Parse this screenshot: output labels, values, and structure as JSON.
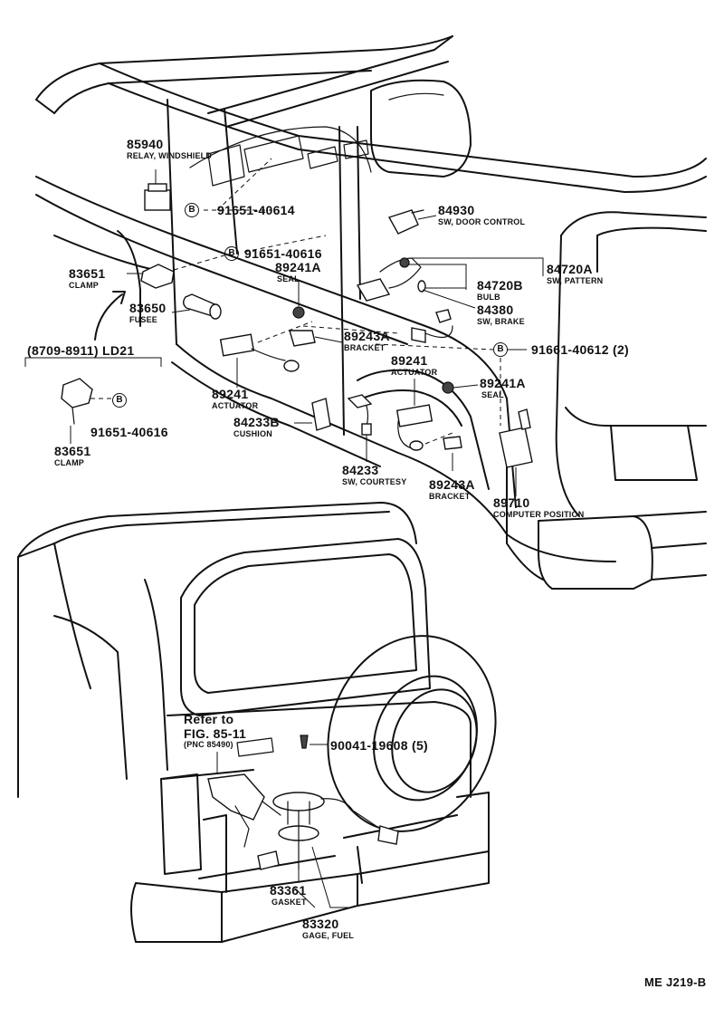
{
  "diagram": {
    "id_code": "ME J219-B",
    "note": {
      "line1": "Refer to",
      "line2": "FIG. 85-11",
      "line3": "(PNC 85490)"
    },
    "range_note": {
      "label": "(8709-8911) LD21"
    },
    "bolt_badge": "B",
    "parts": {
      "p85940": {
        "pn": "85940",
        "name": "RELAY, WINDSHIELD"
      },
      "p91651_40614": {
        "pn": "91651-40614"
      },
      "p91651_40616_top": {
        "pn": "91651-40616"
      },
      "p83651_top": {
        "pn": "83651",
        "name": "CLAMP"
      },
      "p83650": {
        "pn": "83650",
        "name": "FUSEE"
      },
      "p89241A_top": {
        "pn": "89241A",
        "name": "SEAL"
      },
      "p84930": {
        "pn": "84930",
        "name": "SW, DOOR CONTROL"
      },
      "p84720A": {
        "pn": "84720A",
        "name": "SW, PATTERN"
      },
      "p84720B": {
        "pn": "84720B",
        "name": "BULB"
      },
      "p84380": {
        "pn": "84380",
        "name": "SW, BRAKE"
      },
      "p89243A_top": {
        "pn": "89243A",
        "name": "BRACKET"
      },
      "p91661_40612": {
        "pn": "91661-40612 (2)"
      },
      "p89241_center": {
        "pn": "89241",
        "name": "ACTUATOR"
      },
      "p89241A_right": {
        "pn": "89241A",
        "name": "SEAL"
      },
      "p89241_left": {
        "pn": "89241",
        "name": "ACTUATOR"
      },
      "p84233B": {
        "pn": "84233B",
        "name": "CUSHION"
      },
      "p84233": {
        "pn": "84233",
        "name": "SW, COURTESY"
      },
      "p89243A_bottom": {
        "pn": "89243A",
        "name": "BRACKET"
      },
      "p89710": {
        "pn": "89710",
        "name": "COMPUTER POSITION"
      },
      "p91651_40616_bottom": {
        "pn": "91651-40616"
      },
      "p83651_bottom": {
        "pn": "83651",
        "name": "CLAMP"
      },
      "p90041": {
        "pn": "90041-19608 (5)"
      },
      "p83361": {
        "pn": "83361",
        "name": "GASKET"
      },
      "p83320": {
        "pn": "83320",
        "name": "GAGE, FUEL"
      }
    }
  }
}
